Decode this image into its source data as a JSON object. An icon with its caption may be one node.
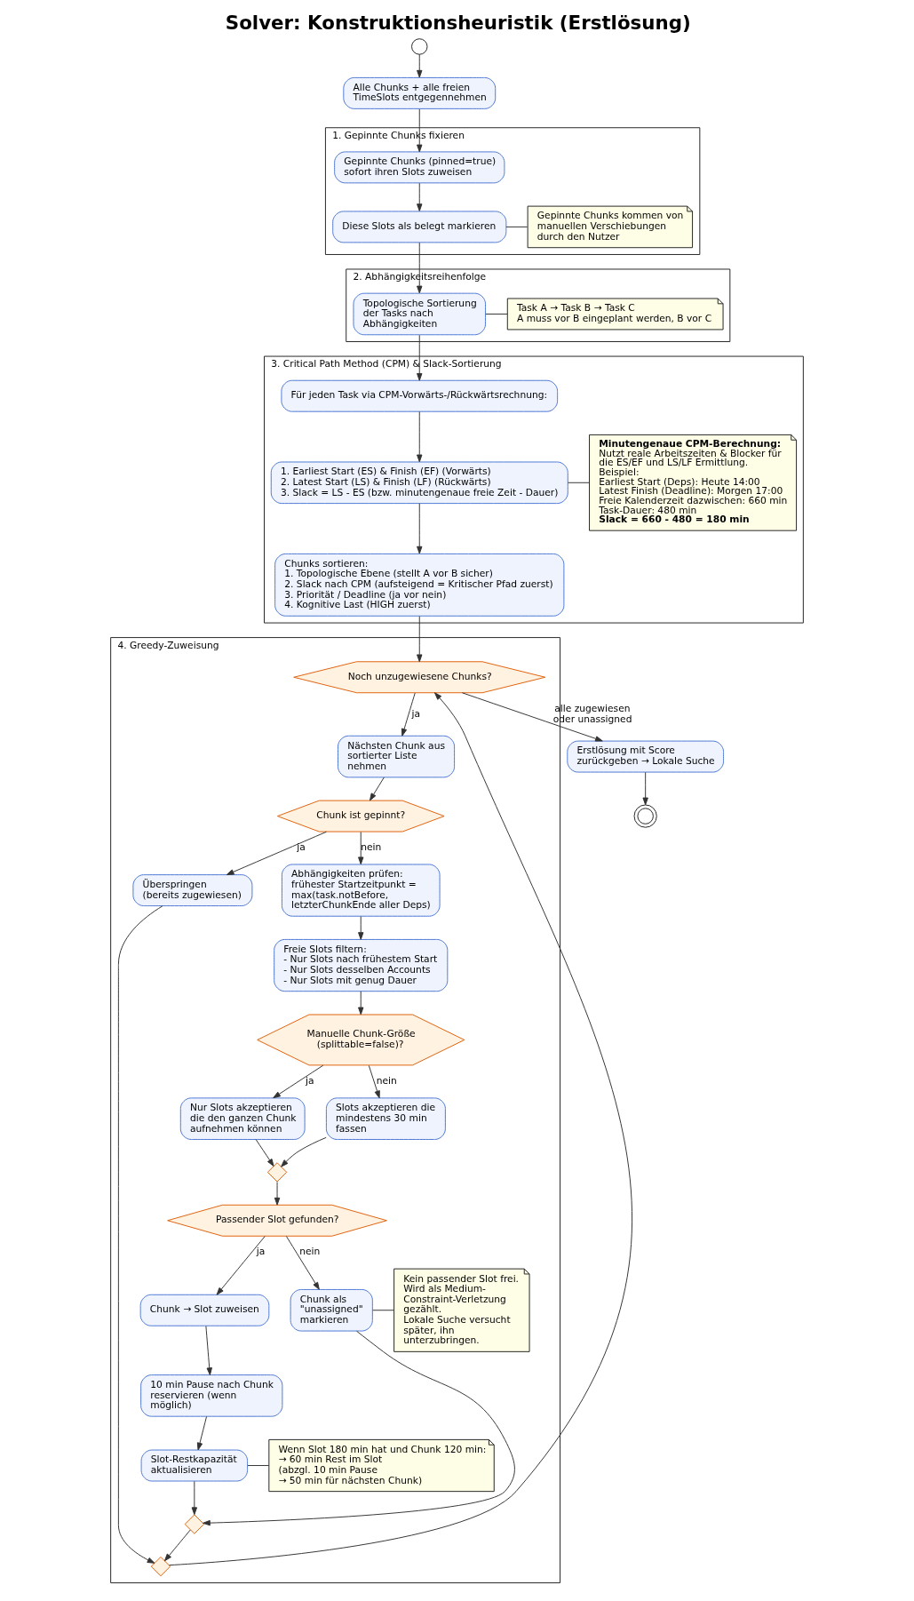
{
  "diagram": {
    "title": "Solver: Konstruktionsheuristik (Erstlösung)",
    "nodes": [
      {
        "text": [],
        "shape": "circle"
      },
      {
        "text": [
          "Alle Chunks + alle freien TimeSlots entgegennehmen"
        ]
      },
      {
        "text": [
          "1. Gepinnte Chunks fixieren"
        ]
      },
      {
        "text": [
          "Gepinnte Chunks (pinned=true) sofort ihren Slots zuweisen"
        ],
        "in": 2
      },
      {
        "text": [
          "Diese Slots als belegt markieren"
        ],
        "in": 2
      },
      {
        "text": [
          "Gepinnte Chunks kommen von manuellen Verschiebungen durch den Nutzer"
        ],
        "in": 2
      },
      {
        "text": [
          "2. Abhängigkeitsreihenfolge"
        ]
      },
      {
        "text": [
          "Topologische Sortierung der Tasks nach Abhängigkeiten"
        ],
        "in": 6
      },
      {
        "text": [
          "Task A → Task B → Task C",
          "A muss vor B eingeplant werden, B vor C"
        ],
        "in": 6
      },
      {
        "text": [
          "3. Critical Path Method (CPM) & Slack-Sortierung"
        ]
      },
      {
        "text": [
          "Für jeden Task via CPM-Vorwärts-/Rückwärtsrechnung:"
        ],
        "in": 9
      },
      {
        "text": [
          "1. Earliest Start (ES) & Finish (EF) (Vorwärts)",
          "2. Latest Start (LS) & Finish (LF) (Rückwärts)",
          "3. Slack = LS - ES (bzw. minutengenaue freie Zeit - Dauer)"
        ],
        "in": 9
      },
      {
        "text": [
          "Minutengenaue CPM-Berechnung:",
          "Nutzt reale Arbeitszeiten & Blocker für die ES/EF und LS/LF Ermittlung.",
          "Beispiel:",
          "Earliest Start (Deps): Heute 14:00",
          "Latest Finish (Deadline): Morgen 17:00",
          "Freie Kalenderzeit dazwischen: 660 min",
          "Task-Dauer: 480 min",
          "Slack = 660 - 480 = 180 min"
        ],
        "in": 9
      },
      {
        "text": [
          "Chunks sortieren:",
          "1. Topologische Ebene (stellt A vor B sicher)",
          "2. Slack nach CPM (aufsteigend = Kritischer Pfad zuerst)",
          "3. Priorität / Deadline (ja vor nein)",
          "4. Kognitive Last (HIGH zuerst)"
        ],
        "in": 9
      },
      {
        "text": [
          "4. Greedy-Zuweisung"
        ]
      },
      {
        "text": [
          "Noch unzugewiesene Chunks?"
        ],
        "in": 14
      },
      {
        "text": [
          "Nächsten Chunk aus sortierter Liste nehmen"
        ],
        "in": 14
      },
      {
        "text": [
          "Chunk ist gepinnt?"
        ],
        "in": 14
      },
      {
        "text": [
          "Überspringen (bereits zugewiesen)"
        ],
        "in": 14
      },
      {
        "text": [
          "Abhängigkeiten prüfen:",
          "frühester Startzeitpunkt = max(task.notBefore, letzterChunkEnde aller Deps)"
        ],
        "in": 14
      },
      {
        "text": [
          "Freie Slots filtern:",
          "- Nur Slots nach frühestem Start",
          "- Nur Slots desselben Accounts",
          "- Nur Slots mit genug Dauer"
        ],
        "in": 14
      },
      {
        "text": [
          "Manuelle Chunk-Größe (splittable=false)?"
        ],
        "in": 14
      },
      {
        "text": [
          "Nur Slots akzeptieren die den ganzen Chunk aufnehmen können"
        ],
        "in": 14
      },
      {
        "text": [
          "Slots akzeptieren die mindestens 30 min fassen"
        ],
        "in": 14
      },
      {
        "text": [],
        "shape": "diamond",
        "in": 14
      },
      {
        "text": [
          "Passender Slot gefunden?"
        ],
        "in": 14
      },
      {
        "text": [
          "Chunk → Slot zuweisen"
        ],
        "in": 14
      },
      {
        "text": [
          "10 min Pause nach Chunk reservieren (wenn möglich)"
        ],
        "in": 14
      },
      {
        "text": [
          "Slot-Restkapazität aktualisieren"
        ],
        "in": 14
      },
      {
        "text": [
          "Wenn Slot 180 min hat und Chunk 120 min:",
          "→ 60 min Rest im Slot",
          "(abzgl. 10 min Pause",
          "→ 50 min für nächsten Chunk)"
        ],
        "in": 14
      },
      {
        "text": [
          "Chunk als \"unassigned\" markieren"
        ],
        "in": 14
      },
      {
        "text": [
          "Kein passender Slot frei. Wird als Medium-Constraint-Verletzung gezählt.",
          "Lokale Suche versucht später, ihn unterzubringen."
        ],
        "in": 14
      },
      {
        "text": [],
        "shape": "diamond",
        "in": 14
      },
      {
        "text": [],
        "shape": "diamond",
        "in": 14
      },
      {
        "text": [
          "Erstlösung mit Score zurückgeben → Lokale Suche"
        ]
      },
      {
        "text": [],
        "shape": "circle"
      }
    ],
    "edges": [
      {
        "from": 0,
        "to": 1,
        "arrow": "to"
      },
      {
        "from": 1,
        "to": 3,
        "arrow": "to"
      },
      {
        "from": 3,
        "to": 4,
        "arrow": "to"
      },
      {
        "from": 4,
        "to": 5,
        "arrow": "none"
      },
      {
        "from": 4,
        "to": 7,
        "arrow": "to"
      },
      {
        "from": 7,
        "to": 8,
        "arrow": "none"
      },
      {
        "from": 7,
        "to": 10,
        "arrow": "to"
      },
      {
        "from": 10,
        "to": 11,
        "arrow": "to"
      },
      {
        "from": 11,
        "to": 12,
        "arrow": "none"
      },
      {
        "from": 11,
        "to": 13,
        "arrow": "to"
      },
      {
        "from": 13,
        "to": 15,
        "arrow": "to"
      },
      {
        "from": 15,
        "to": 16,
        "arrow": "to",
        "label": "ja"
      },
      {
        "from": 16,
        "to": 17,
        "arrow": "to"
      },
      {
        "from": 17,
        "to": 18,
        "arrow": "to",
        "label": "ja"
      },
      {
        "from": 17,
        "to": 19,
        "arrow": "to",
        "label": "nein"
      },
      {
        "from": 19,
        "to": 20,
        "arrow": "to"
      },
      {
        "from": 20,
        "to": 21,
        "arrow": "to"
      },
      {
        "from": 21,
        "to": 22,
        "arrow": "to",
        "label": "ja"
      },
      {
        "from": 21,
        "to": 23,
        "arrow": "to",
        "label": "nein"
      },
      {
        "from": 22,
        "to": 24,
        "arrow": "to"
      },
      {
        "from": 23,
        "to": 24,
        "arrow": "to"
      },
      {
        "from": 24,
        "to": 25,
        "arrow": "to"
      },
      {
        "from": 25,
        "to": 26,
        "arrow": "to",
        "label": "ja"
      },
      {
        "from": 25,
        "to": 30,
        "arrow": "to",
        "label": "nein"
      },
      {
        "from": 26,
        "to": 27,
        "arrow": "to"
      },
      {
        "from": 27,
        "to": 28,
        "arrow": "to"
      },
      {
        "from": 28,
        "to": 29,
        "arrow": "none"
      },
      {
        "from": 28,
        "to": 32,
        "arrow": "to"
      },
      {
        "from": 30,
        "to": 31,
        "arrow": "none"
      },
      {
        "from": 30,
        "to": 32,
        "arrow": "to"
      },
      {
        "from": 18,
        "to": 33,
        "arrow": "to"
      },
      {
        "from": 32,
        "to": 33,
        "arrow": "to"
      },
      {
        "from": 33,
        "to": 15,
        "arrow": "to"
      },
      {
        "from": 15,
        "to": 34,
        "arrow": "to",
        "label": "alle zugewiesen oder unassigned"
      },
      {
        "from": 34,
        "to": 35,
        "arrow": "to"
      }
    ]
  }
}
